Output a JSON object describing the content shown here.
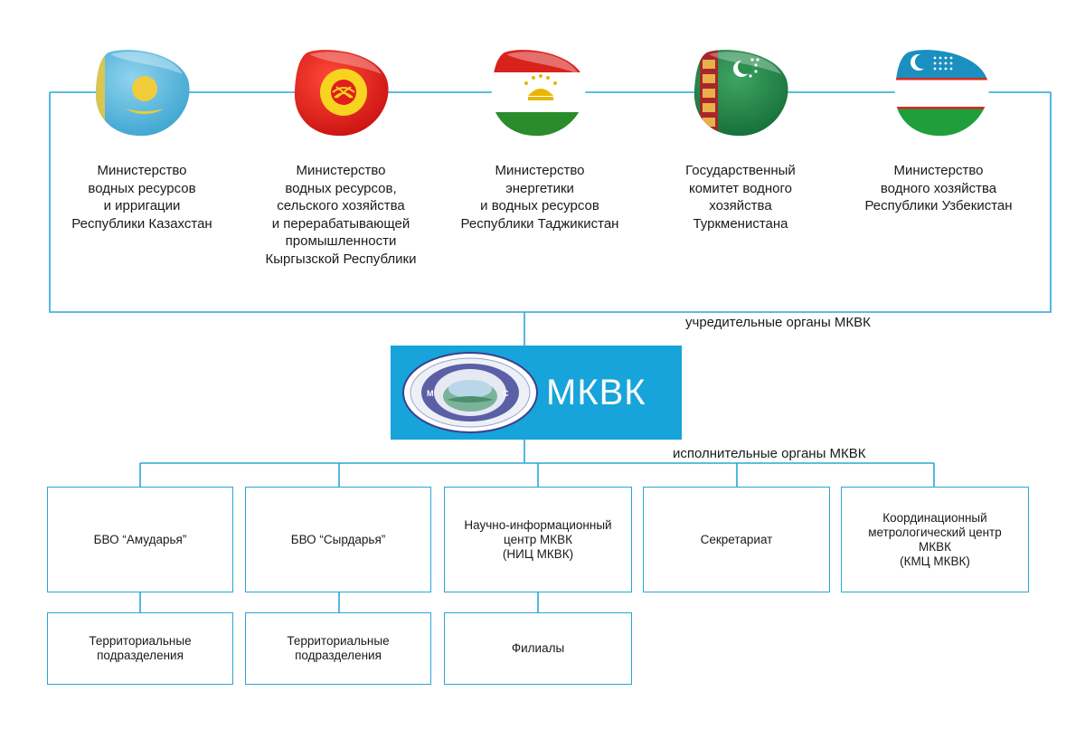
{
  "colors": {
    "line": "#29a6d9",
    "header_bg": "#16a4da"
  },
  "founders": [
    {
      "icon": "kazakhstan-flag-icon",
      "lines": [
        "Министерство",
        "водных ресурсов",
        "и ирригации",
        "Республики Казахстан"
      ]
    },
    {
      "icon": "kyrgyzstan-flag-icon",
      "lines": [
        "Министерство",
        "водных ресурсов,",
        "сельского хозяйства",
        "и перерабатывающей",
        "промышленности",
        "Кыргызской Республики"
      ]
    },
    {
      "icon": "tajikistan-flag-icon",
      "lines": [
        "Министерство",
        "энергетики",
        "и водных ресурсов",
        "Республики Таджикистан"
      ]
    },
    {
      "icon": "turkmenistan-flag-icon",
      "lines": [
        "Государственный",
        "комитет водного",
        "хозяйства",
        "Туркменистана"
      ]
    },
    {
      "icon": "uzbekistan-flag-icon",
      "lines": [
        "Министерство",
        "водного хозяйства",
        "Республики Узбекистан"
      ]
    }
  ],
  "captions": {
    "founding": "учредительные органы МКВК",
    "executive": "исполнительные органы МКВК"
  },
  "center": {
    "title": "МКВК",
    "emblem_icon": "icwc-emblem-icon"
  },
  "executive": [
    {
      "lines": [
        "БВО “Амударья”"
      ]
    },
    {
      "lines": [
        "БВО “Сырдарья”"
      ]
    },
    {
      "lines": [
        "Научно-информационный",
        "центр МКВК",
        "(НИЦ МКВК)"
      ]
    },
    {
      "lines": [
        "Секретариат"
      ]
    },
    {
      "lines": [
        "Координационный",
        "метрологический центр",
        "МКВК",
        "(КМЦ МКВК)"
      ]
    }
  ],
  "subunits": [
    {
      "lines": [
        "Территориальные",
        "подразделения"
      ]
    },
    {
      "lines": [
        "Территориальные",
        "подразделения"
      ]
    },
    {
      "lines": [
        "Филиалы"
      ]
    }
  ]
}
